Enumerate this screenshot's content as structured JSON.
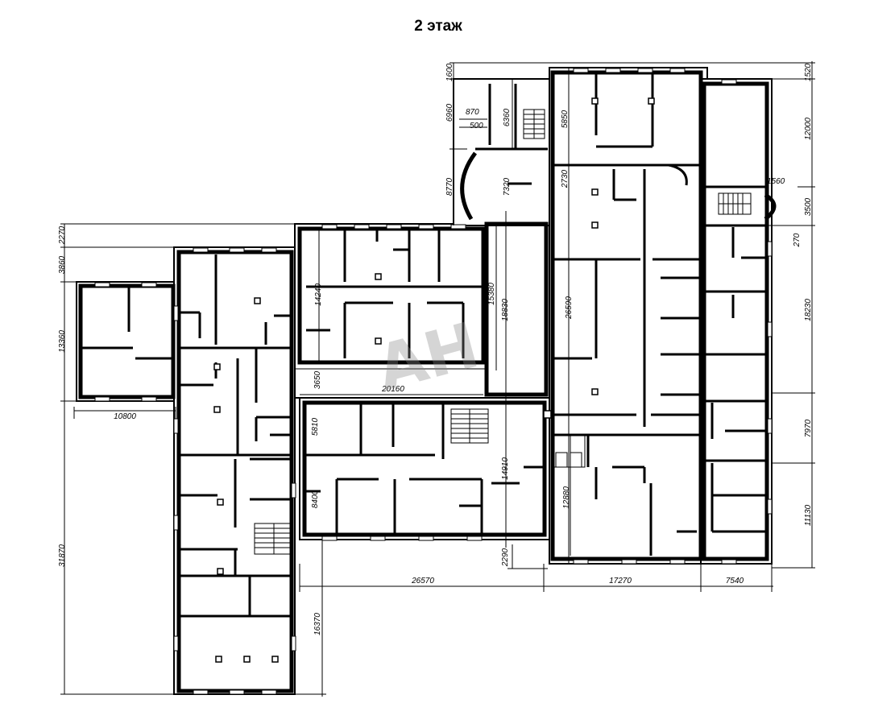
{
  "title": "2 этаж",
  "watermark": "АН",
  "dimensions": {
    "d2270": "2270",
    "d3860": "3860",
    "d13360": "13360",
    "d10800": "10800",
    "d31870": "31870",
    "d16370": "16370",
    "d1600": "1600",
    "d6960": "6960",
    "d870": "870",
    "d500": "500",
    "d6360": "6360",
    "d5850": "5850",
    "d8770": "8770",
    "d7320": "7320",
    "d2730": "2730",
    "d14240": "14240",
    "d15380": "15380",
    "d18830": "18830",
    "d26590": "26590",
    "d3650": "3650",
    "d20160": "20160",
    "d5810": "5810",
    "d8400": "8400",
    "d14910": "14910",
    "d12880": "12880",
    "d2290": "2290",
    "d26570": "26570",
    "d17270": "17270",
    "d7540": "7540",
    "d1520": "1520",
    "d12000": "12000",
    "d1560": "1560",
    "d3500": "3500",
    "d270": "270",
    "d18230": "18230",
    "d7970": "7970",
    "d11130": "11130"
  }
}
